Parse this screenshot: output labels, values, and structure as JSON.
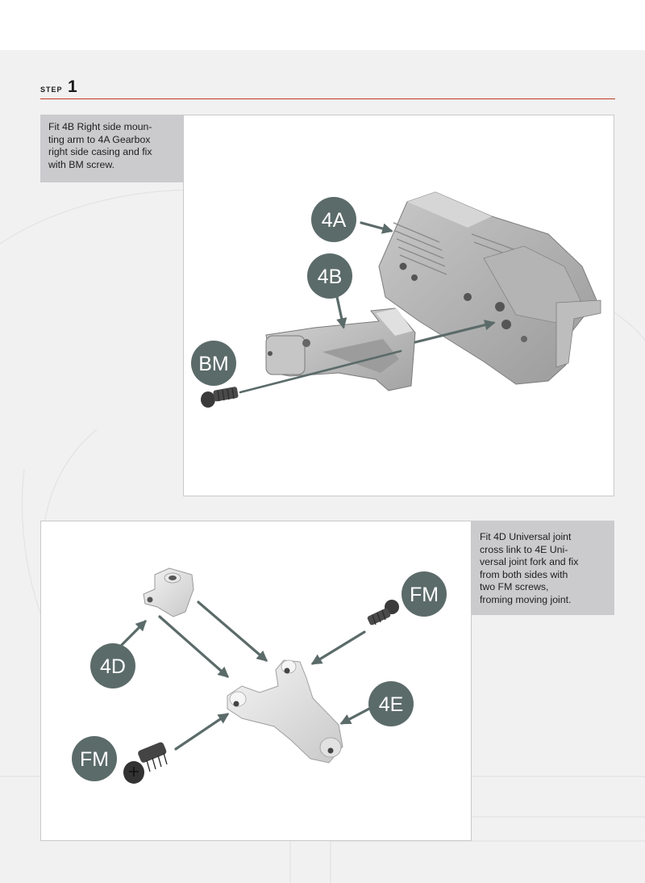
{
  "step": {
    "word": "STEP",
    "number": "1"
  },
  "instructions": {
    "first": [
      "Fit 4B Right side moun-",
      "ting arm to 4A Gearbox",
      "right side casing and fix",
      "with BM screw."
    ],
    "second": [
      "Fit 4D Universal joint",
      "cross link to 4E Uni-",
      "versal joint fork and fix",
      "from both sides with",
      "two FM screws,",
      "froming moving joint."
    ]
  },
  "callouts": {
    "c4a": "4A",
    "c4b": "4B",
    "cbm": "BM",
    "cfm_top": "FM",
    "c4d": "4D",
    "c4e": "4E",
    "cfm_bottom": "FM"
  },
  "colors": {
    "callout": "#5b6b69",
    "accent_rule": "#c0392b",
    "note_bg": "#cbcbce"
  }
}
